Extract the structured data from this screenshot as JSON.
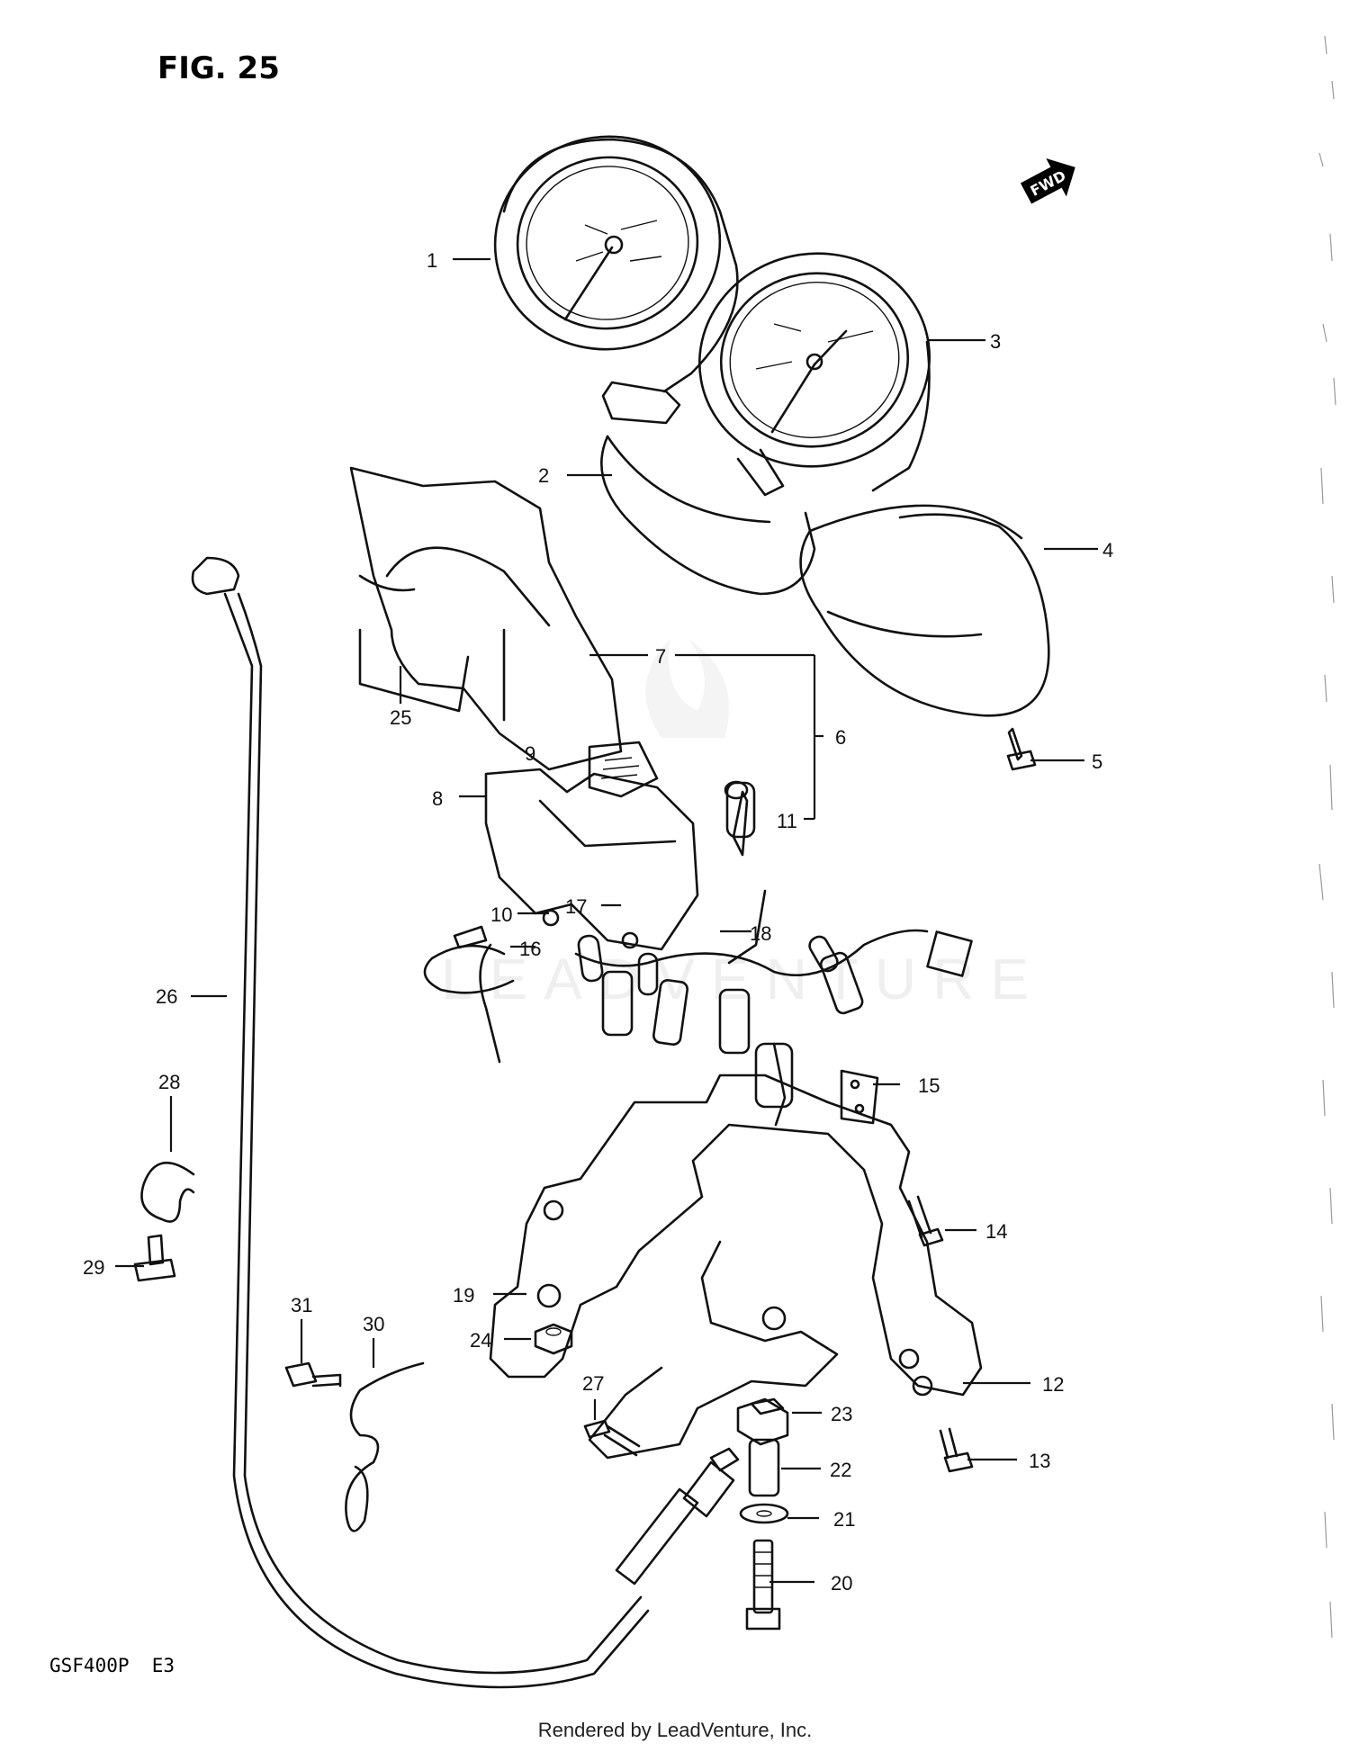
{
  "figure_title": "FIG. 25",
  "fwd_label": "FWD",
  "model_code": "GSF400P  E3",
  "footer": "Rendered by LeadVenture, Inc.",
  "callouts": [
    "1",
    "2",
    "3",
    "4",
    "5",
    "6",
    "7",
    "8",
    "9",
    "10",
    "11",
    "12",
    "13",
    "14",
    "15",
    "16",
    "17",
    "18",
    "19",
    "20",
    "21",
    "22",
    "23",
    "24",
    "25",
    "26",
    "27",
    "28",
    "29",
    "30",
    "31"
  ]
}
